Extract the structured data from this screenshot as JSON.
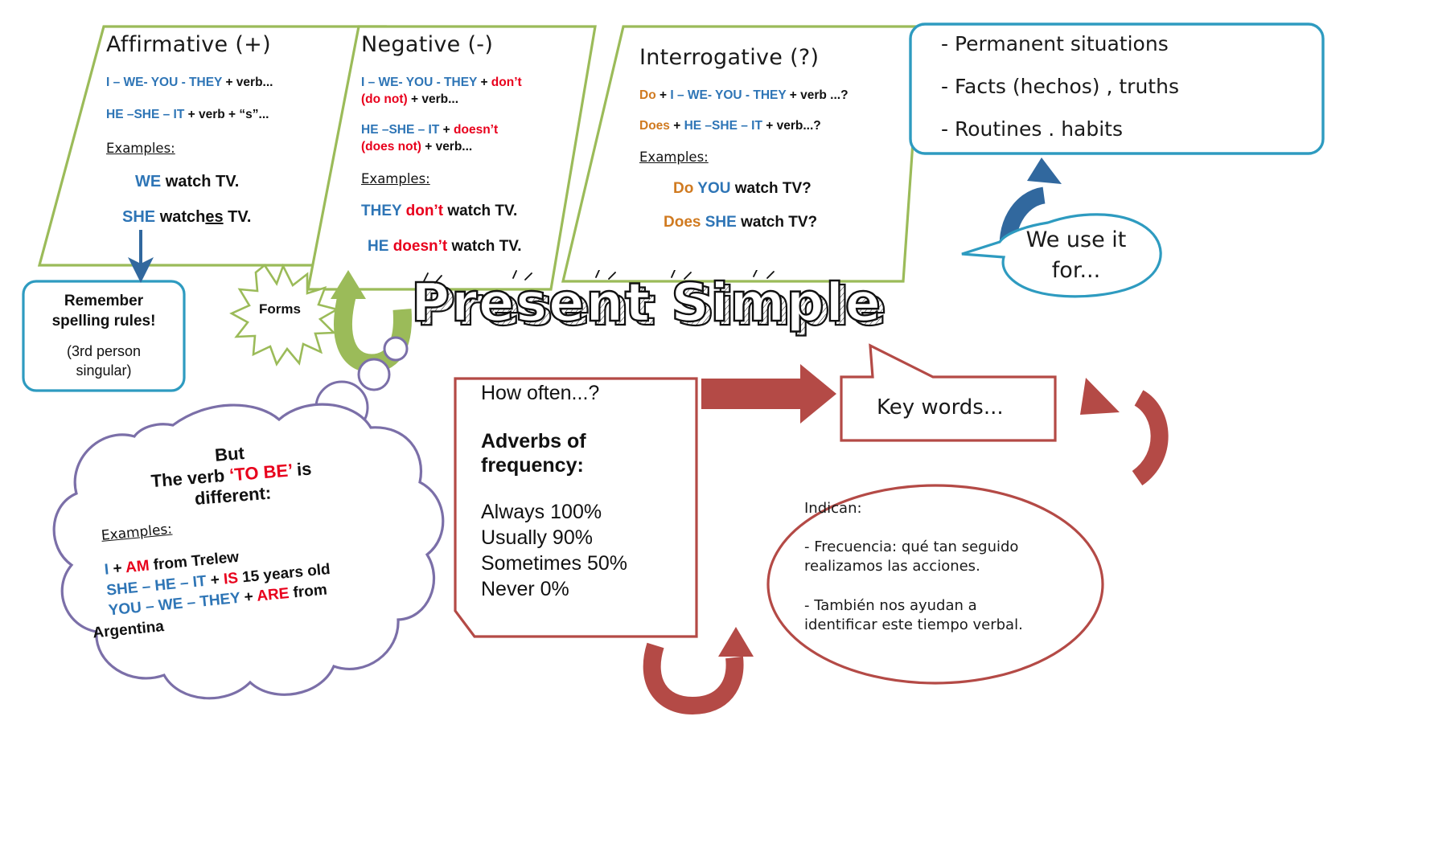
{
  "title": "Present Simple",
  "colors": {
    "green": "#9bbb59",
    "blue_line": "#2e9bc0",
    "blue_text": "#2e75b6",
    "red": "#e8001c",
    "orange": "#d07a20",
    "purple": "#7b6fa8",
    "dark_red": "#b44a46",
    "arrow_blue": "#31689e"
  },
  "forms": [
    {
      "heading": "Affirmative (+)",
      "rules": [
        [
          {
            "t": "I – WE- YOU - THEY ",
            "c": "blue"
          },
          {
            "t": " + verb...",
            "c": "dark"
          }
        ],
        [
          {
            "t": "HE –SHE – IT",
            "c": "blue"
          },
          {
            "t": " + verb + “s”...",
            "c": "dark"
          }
        ]
      ],
      "examples_label": "Examples:",
      "examples": [
        [
          {
            "t": "WE ",
            "c": "blue"
          },
          {
            "t": "watch TV.",
            "c": "dark"
          }
        ],
        [
          {
            "t": "SHE ",
            "c": "blue"
          },
          {
            "t": "watch",
            "c": "dark"
          },
          {
            "t": "es",
            "c": "dark-u"
          },
          {
            "t": " TV.",
            "c": "dark"
          }
        ]
      ]
    },
    {
      "heading": "Negative (-)",
      "rules": [
        [
          {
            "t": "I – WE- YOU - THEY ",
            "c": "blue"
          },
          {
            "t": "+ ",
            "c": "dark"
          },
          {
            "t": "don’t (do not)",
            "c": "red"
          },
          {
            "t": " + verb...",
            "c": "dark"
          }
        ],
        [
          {
            "t": "HE –SHE – IT ",
            "c": "blue"
          },
          {
            "t": "+ ",
            "c": "dark"
          },
          {
            "t": "doesn’t (does not)",
            "c": "red"
          },
          {
            "t": " + verb...",
            "c": "dark"
          }
        ]
      ],
      "examples_label": "Examples:",
      "examples": [
        [
          {
            "t": "THEY ",
            "c": "blue"
          },
          {
            "t": "don’t ",
            "c": "red"
          },
          {
            "t": "watch TV.",
            "c": "dark"
          }
        ],
        [
          {
            "t": "HE ",
            "c": "blue"
          },
          {
            "t": "doesn’t ",
            "c": "red"
          },
          {
            "t": "watch TV.",
            "c": "dark"
          }
        ]
      ]
    },
    {
      "heading": "Interrogative (?)",
      "rules": [
        [
          {
            "t": "Do ",
            "c": "orange"
          },
          {
            "t": "+ ",
            "c": "dark"
          },
          {
            "t": "I – WE- YOU - THEY ",
            "c": "blue"
          },
          {
            "t": "+ verb ...?",
            "c": "dark"
          }
        ],
        [
          {
            "t": "Does ",
            "c": "orange"
          },
          {
            "t": "+ ",
            "c": "dark"
          },
          {
            "t": "HE –SHE – IT ",
            "c": "blue"
          },
          {
            "t": "+ verb...?",
            "c": "dark"
          }
        ]
      ],
      "examples_label": "Examples:",
      "examples": [
        [
          {
            "t": "Do ",
            "c": "orange"
          },
          {
            "t": "YOU ",
            "c": "blue"
          },
          {
            "t": "watch TV?",
            "c": "dark"
          }
        ],
        [
          {
            "t": "Does ",
            "c": "orange"
          },
          {
            "t": "SHE ",
            "c": "blue"
          },
          {
            "t": "watch TV?",
            "c": "dark"
          }
        ]
      ]
    }
  ],
  "usage_box": {
    "items": [
      "-   Permanent situations",
      "-   Facts (hechos) , truths",
      "-   Routines . habits"
    ]
  },
  "we_use_it_bubble": {
    "line1": "We use it",
    "line2": "for..."
  },
  "remember_box": {
    "line1": "Remember",
    "line2": "spelling rules!",
    "line3": "(3rd person",
    "line4": "singular)"
  },
  "forms_burst": {
    "label": "Forms"
  },
  "adverbs_box": {
    "question": "How often...?",
    "heading_line1": "Adverbs of",
    "heading_line2": "frequency:",
    "items": [
      "Always 100%",
      "Usually 90%",
      "Sometimes 50%",
      "Never 0%"
    ]
  },
  "key_words_callout": {
    "label": "Key words..."
  },
  "indican_ellipse": {
    "heading": "Indican:",
    "line1": "- Frecuencia: qué tan seguido",
    "line2": "realizamos las acciones.",
    "line3": "- También nos ayudan a",
    "line4": "identificar este tiempo verbal."
  },
  "to_be_cloud": {
    "head_line1": "But",
    "head_line2_a": "The verb ",
    "head_line2_b": "‘TO BE’",
    "head_line2_c": " is",
    "head_line3": "different:",
    "examples_label": "Examples:",
    "examples": [
      [
        {
          "t": "I ",
          "c": "blue"
        },
        {
          "t": "+ ",
          "c": "dark"
        },
        {
          "t": "AM ",
          "c": "red"
        },
        {
          "t": "from Trelew",
          "c": "dark"
        }
      ],
      [
        {
          "t": "SHE – HE – IT ",
          "c": "blue"
        },
        {
          "t": "+ ",
          "c": "dark"
        },
        {
          "t": "IS ",
          "c": "red"
        },
        {
          "t": " 15 years old",
          "c": "dark"
        }
      ],
      [
        {
          "t": "YOU – WE – THEY ",
          "c": "blue"
        },
        {
          "t": "+ ",
          "c": "dark"
        },
        {
          "t": "ARE ",
          "c": "red"
        },
        {
          "t": "from",
          "c": "dark"
        }
      ],
      [
        {
          "t": "Argentina",
          "c": "dark"
        }
      ]
    ]
  }
}
